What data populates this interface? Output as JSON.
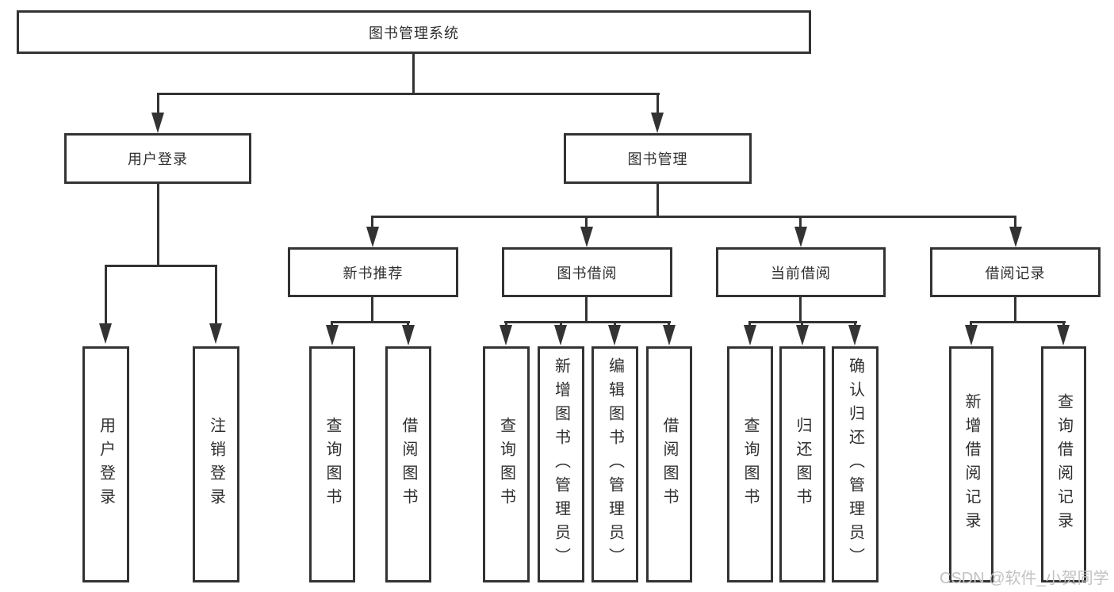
{
  "diagram": {
    "title_node": {
      "label": "图书管理系统"
    },
    "level2": [
      {
        "label": "用户登录"
      },
      {
        "label": "图书管理"
      }
    ],
    "level3": [
      {
        "label": "新书推荐",
        "parent": "图书管理"
      },
      {
        "label": "图书借阅",
        "parent": "图书管理"
      },
      {
        "label": "当前借阅",
        "parent": "图书管理"
      },
      {
        "label": "借阅记录",
        "parent": "图书管理"
      }
    ],
    "leaves": [
      {
        "label": "用户登录",
        "parent": "用户登录"
      },
      {
        "label": "注销登录",
        "parent": "用户登录"
      },
      {
        "label": "查询图书",
        "parent": "新书推荐"
      },
      {
        "label": "借阅图书",
        "parent": "新书推荐"
      },
      {
        "label": "查询图书",
        "parent": "图书借阅"
      },
      {
        "label": "新增图书（管理员）",
        "parent": "图书借阅"
      },
      {
        "label": "编辑图书（管理员）",
        "parent": "图书借阅"
      },
      {
        "label": "借阅图书",
        "parent": "图书借阅"
      },
      {
        "label": "查询图书",
        "parent": "当前借阅"
      },
      {
        "label": "归还图书",
        "parent": "当前借阅"
      },
      {
        "label": "确认归还（管理员）",
        "parent": "当前借阅"
      },
      {
        "label": "新增借阅记录",
        "parent": "借阅记录"
      },
      {
        "label": "查询借阅记录",
        "parent": "借阅记录"
      }
    ]
  },
  "watermark": {
    "text": "CSDN @软件_小贺同学"
  },
  "colors": {
    "line": "#333333",
    "text": "#2f2f2f",
    "background": "#ffffff",
    "watermark": "#c2c2c2"
  }
}
